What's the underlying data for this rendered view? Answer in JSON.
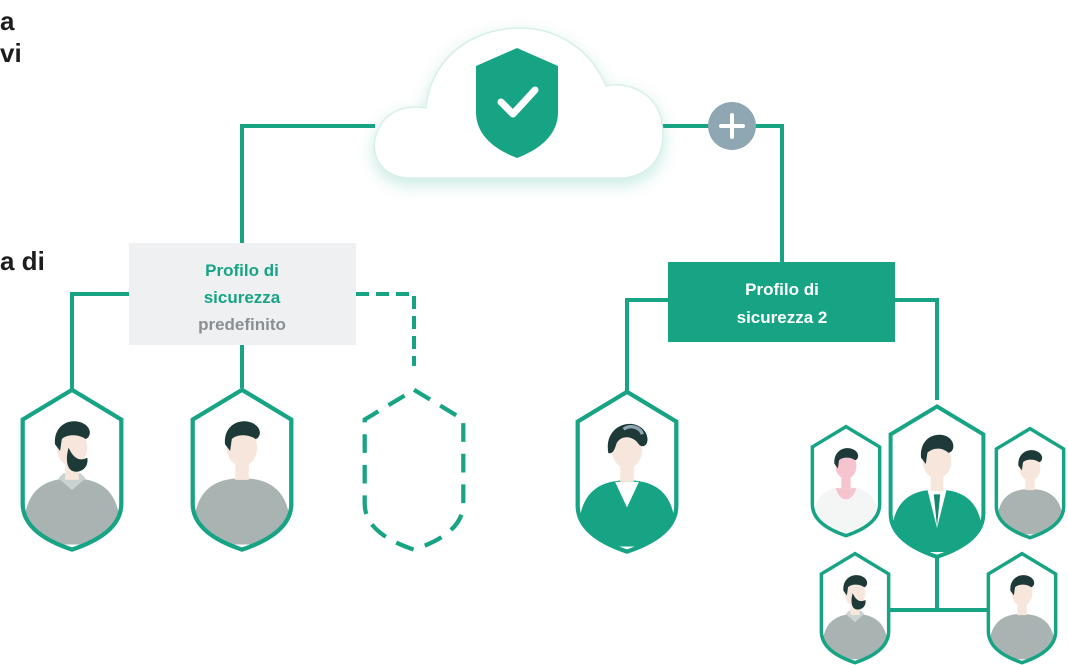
{
  "left_text": [
    "a",
    "vi",
    "a di"
  ],
  "default_profile": {
    "line1": "Profilo di",
    "line2": "sicurezza",
    "line3": "predefinito"
  },
  "profile2": {
    "line1": "Profilo di",
    "line2": "sicurezza 2"
  },
  "colors": {
    "green": "#17a485",
    "dark_green": "#13876e",
    "grey_box": "#eef0f2",
    "plus_badge": "#8fa7b3",
    "hair": "#1d3a38",
    "skin": "#f7e6dc",
    "shirt_grey": "#a9b4b2"
  },
  "icons": [
    "cloud-icon",
    "shield-check-icon",
    "plus-icon",
    "user-shield-icon",
    "empty-slot-shield-icon"
  ]
}
